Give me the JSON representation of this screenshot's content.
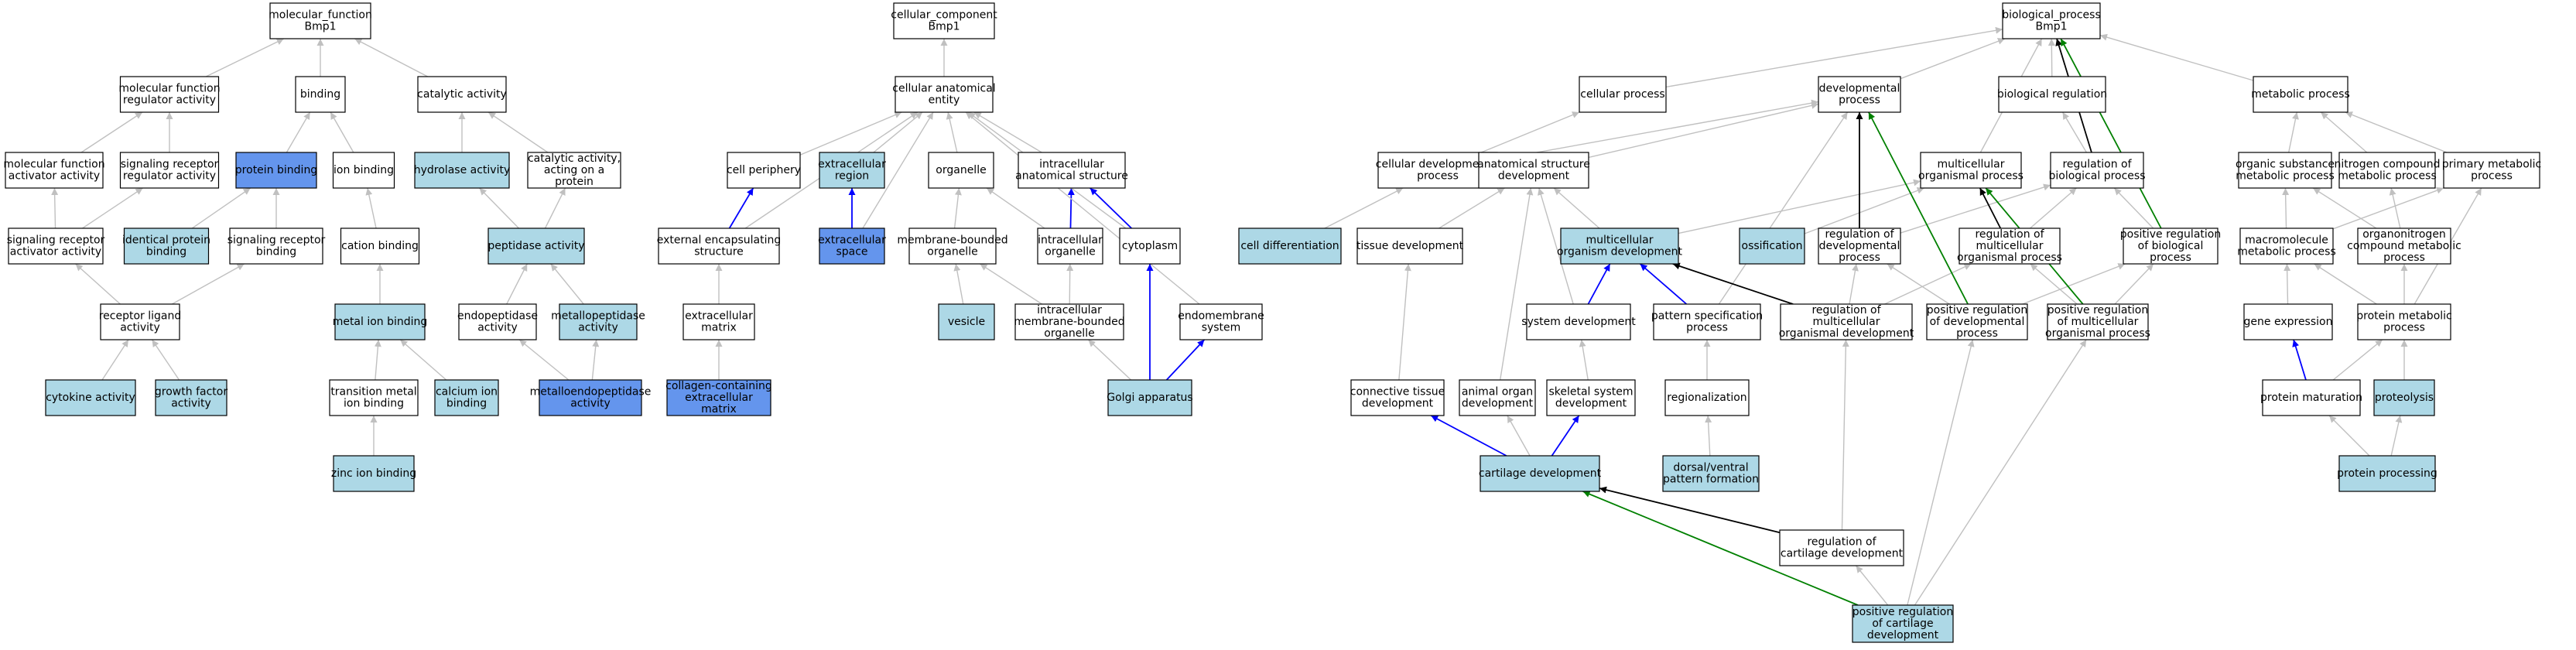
{
  "colors": {
    "default": "#ffffff",
    "annotated": "#add8e6",
    "highlight": "#6495ed",
    "edge_is_a": "#c0c0c0",
    "edge_part_of": "#0000ff",
    "edge_regulates": "#000000",
    "edge_positively_regulates": "#008000"
  },
  "nodes": {
    "mf": {
      "lines": [
        "molecular_function",
        "Bmp1"
      ],
      "style": "default"
    },
    "cc": {
      "lines": [
        "cellular_component",
        "Bmp1"
      ],
      "style": "default"
    },
    "bp": {
      "lines": [
        "biological_process",
        "Bmp1"
      ],
      "style": "default"
    },
    "mfreg": {
      "lines": [
        "molecular function",
        "regulator activity"
      ],
      "style": "default"
    },
    "binding": {
      "lines": [
        "binding"
      ],
      "style": "default"
    },
    "catalytic": {
      "lines": [
        "catalytic activity"
      ],
      "style": "default"
    },
    "mfact": {
      "lines": [
        "molecular function",
        "activator activity"
      ],
      "style": "default"
    },
    "srreg": {
      "lines": [
        "signaling receptor",
        "regulator activity"
      ],
      "style": "default"
    },
    "protbind": {
      "lines": [
        "protein binding"
      ],
      "style": "highlight"
    },
    "ionbind": {
      "lines": [
        "ion binding"
      ],
      "style": "default"
    },
    "hydrolase": {
      "lines": [
        "hydrolase activity"
      ],
      "style": "annotated"
    },
    "catprot": {
      "lines": [
        "catalytic activity,",
        "acting on a",
        "protein"
      ],
      "style": "default"
    },
    "sract": {
      "lines": [
        "signaling receptor",
        "activator activity"
      ],
      "style": "default"
    },
    "identprot": {
      "lines": [
        "identical protein",
        "binding"
      ],
      "style": "annotated"
    },
    "srbind": {
      "lines": [
        "signaling receptor",
        "binding"
      ],
      "style": "default"
    },
    "cation": {
      "lines": [
        "cation binding"
      ],
      "style": "default"
    },
    "peptidase": {
      "lines": [
        "peptidase activity"
      ],
      "style": "annotated"
    },
    "ligand": {
      "lines": [
        "receptor ligand",
        "activity"
      ],
      "style": "default"
    },
    "metalion": {
      "lines": [
        "metal ion binding"
      ],
      "style": "annotated"
    },
    "endopep": {
      "lines": [
        "endopeptidase",
        "activity"
      ],
      "style": "default"
    },
    "metallopep": {
      "lines": [
        "metallopeptidase",
        "activity"
      ],
      "style": "annotated"
    },
    "cytokine": {
      "lines": [
        "cytokine activity"
      ],
      "style": "annotated"
    },
    "growth": {
      "lines": [
        "growth factor",
        "activity"
      ],
      "style": "annotated"
    },
    "transmetal": {
      "lines": [
        "transition metal",
        "ion binding"
      ],
      "style": "default"
    },
    "calcium": {
      "lines": [
        "calcium ion",
        "binding"
      ],
      "style": "annotated"
    },
    "metalloendo": {
      "lines": [
        "metalloendopeptidase",
        "activity"
      ],
      "style": "highlight"
    },
    "zinc": {
      "lines": [
        "zinc ion binding"
      ],
      "style": "annotated"
    },
    "cae": {
      "lines": [
        "cellular anatomical",
        "entity"
      ],
      "style": "default"
    },
    "cellper": {
      "lines": [
        "cell periphery"
      ],
      "style": "default"
    },
    "extreg": {
      "lines": [
        "extracellular",
        "region"
      ],
      "style": "annotated"
    },
    "organelle": {
      "lines": [
        "organelle"
      ],
      "style": "default"
    },
    "intraanat": {
      "lines": [
        "intracellular",
        "anatomical structure"
      ],
      "style": "default"
    },
    "extencap": {
      "lines": [
        "external encapsulating",
        "structure"
      ],
      "style": "default"
    },
    "extspace": {
      "lines": [
        "extracellular",
        "space"
      ],
      "style": "highlight"
    },
    "memborg": {
      "lines": [
        "membrane-bounded",
        "organelle"
      ],
      "style": "default"
    },
    "intraorg": {
      "lines": [
        "intracellular",
        "organelle"
      ],
      "style": "default"
    },
    "cytoplasm": {
      "lines": [
        "cytoplasm"
      ],
      "style": "default"
    },
    "extmatrix": {
      "lines": [
        "extracellular",
        "matrix"
      ],
      "style": "default"
    },
    "vesicle": {
      "lines": [
        "vesicle"
      ],
      "style": "annotated"
    },
    "intramemb": {
      "lines": [
        "intracellular",
        "membrane-bounded",
        "organelle"
      ],
      "style": "default"
    },
    "endomemb": {
      "lines": [
        "endomembrane",
        "system"
      ],
      "style": "default"
    },
    "collagen": {
      "lines": [
        "collagen-containing",
        "extracellular",
        "matrix"
      ],
      "style": "highlight"
    },
    "golgi": {
      "lines": [
        "Golgi apparatus"
      ],
      "style": "annotated"
    },
    "cellproc": {
      "lines": [
        "cellular process"
      ],
      "style": "default"
    },
    "devproc": {
      "lines": [
        "developmental",
        "process"
      ],
      "style": "default"
    },
    "bioreg": {
      "lines": [
        "biological regulation"
      ],
      "style": "default"
    },
    "metproc": {
      "lines": [
        "metabolic process"
      ],
      "style": "default"
    },
    "celldevproc": {
      "lines": [
        "cellular developmental",
        "process"
      ],
      "style": "default"
    },
    "anatdev": {
      "lines": [
        "anatomical structure",
        "development"
      ],
      "style": "default"
    },
    "multiproc": {
      "lines": [
        "multicellular",
        "organismal process"
      ],
      "style": "default"
    },
    "regbio": {
      "lines": [
        "regulation of",
        "biological process"
      ],
      "style": "default"
    },
    "orgsub": {
      "lines": [
        "organic substance",
        "metabolic process"
      ],
      "style": "default"
    },
    "nitrogen": {
      "lines": [
        "nitrogen compound",
        "metabolic process"
      ],
      "style": "default"
    },
    "primary": {
      "lines": [
        "primary metabolic",
        "process"
      ],
      "style": "default"
    },
    "celldiff": {
      "lines": [
        "cell differentiation"
      ],
      "style": "annotated"
    },
    "tissuedev": {
      "lines": [
        "tissue development"
      ],
      "style": "default"
    },
    "multidev": {
      "lines": [
        "multicellular",
        "organism development"
      ],
      "style": "annotated"
    },
    "ossification": {
      "lines": [
        "ossification"
      ],
      "style": "annotated"
    },
    "regdev": {
      "lines": [
        "regulation of",
        "developmental",
        "process"
      ],
      "style": "default"
    },
    "regmulti": {
      "lines": [
        "regulation of",
        "multicellular",
        "organismal process"
      ],
      "style": "default"
    },
    "posregbio": {
      "lines": [
        "positive regulation",
        "of biological",
        "process"
      ],
      "style": "default"
    },
    "macromol": {
      "lines": [
        "macromolecule",
        "metabolic process"
      ],
      "style": "default"
    },
    "organonit": {
      "lines": [
        "organonitrogen",
        "compound metabolic",
        "process"
      ],
      "style": "default"
    },
    "sysdev": {
      "lines": [
        "system development"
      ],
      "style": "default"
    },
    "pattern": {
      "lines": [
        "pattern specification",
        "process"
      ],
      "style": "default"
    },
    "regmultidev": {
      "lines": [
        "regulation of",
        "multicellular",
        "organismal development"
      ],
      "style": "default"
    },
    "posregdev": {
      "lines": [
        "positive regulation",
        "of developmental",
        "process"
      ],
      "style": "default"
    },
    "posregmulti": {
      "lines": [
        "positive regulation",
        "of multicellular",
        "organismal process"
      ],
      "style": "default"
    },
    "geneexp": {
      "lines": [
        "gene expression"
      ],
      "style": "default"
    },
    "protmet": {
      "lines": [
        "protein metabolic",
        "process"
      ],
      "style": "default"
    },
    "conntissue": {
      "lines": [
        "connective tissue",
        "development"
      ],
      "style": "default"
    },
    "animalorg": {
      "lines": [
        "animal organ",
        "development"
      ],
      "style": "default"
    },
    "skeletal": {
      "lines": [
        "skeletal system",
        "development"
      ],
      "style": "default"
    },
    "regionalization": {
      "lines": [
        "regionalization"
      ],
      "style": "default"
    },
    "protmat": {
      "lines": [
        "protein maturation"
      ],
      "style": "default"
    },
    "proteolysis": {
      "lines": [
        "proteolysis"
      ],
      "style": "annotated"
    },
    "cartilage": {
      "lines": [
        "cartilage development"
      ],
      "style": "annotated"
    },
    "dorsal": {
      "lines": [
        "dorsal/ventral",
        "pattern formation"
      ],
      "style": "annotated"
    },
    "protproc": {
      "lines": [
        "protein processing"
      ],
      "style": "annotated"
    },
    "regcart": {
      "lines": [
        "regulation of",
        "cartilage development"
      ],
      "style": "default"
    },
    "posregcart": {
      "lines": [
        "positive regulation",
        "of cartilage",
        "development"
      ],
      "style": "annotated"
    }
  },
  "edges": [
    {
      "from": "mfreg",
      "to": "mf",
      "type": "is_a"
    },
    {
      "from": "binding",
      "to": "mf",
      "type": "is_a"
    },
    {
      "from": "catalytic",
      "to": "mf",
      "type": "is_a"
    },
    {
      "from": "mfact",
      "to": "mfreg",
      "type": "is_a"
    },
    {
      "from": "srreg",
      "to": "mfreg",
      "type": "is_a"
    },
    {
      "from": "protbind",
      "to": "binding",
      "type": "is_a"
    },
    {
      "from": "ionbind",
      "to": "binding",
      "type": "is_a"
    },
    {
      "from": "hydrolase",
      "to": "catalytic",
      "type": "is_a"
    },
    {
      "from": "catprot",
      "to": "catalytic",
      "type": "is_a"
    },
    {
      "from": "sract",
      "to": "mfact",
      "type": "is_a"
    },
    {
      "from": "sract",
      "to": "srreg",
      "type": "is_a"
    },
    {
      "from": "identprot",
      "to": "protbind",
      "type": "is_a"
    },
    {
      "from": "srbind",
      "to": "protbind",
      "type": "is_a"
    },
    {
      "from": "cation",
      "to": "ionbind",
      "type": "is_a"
    },
    {
      "from": "peptidase",
      "to": "hydrolase",
      "type": "is_a"
    },
    {
      "from": "peptidase",
      "to": "catprot",
      "type": "is_a"
    },
    {
      "from": "ligand",
      "to": "sract",
      "type": "is_a"
    },
    {
      "from": "ligand",
      "to": "srbind",
      "type": "is_a"
    },
    {
      "from": "metalion",
      "to": "cation",
      "type": "is_a"
    },
    {
      "from": "endopep",
      "to": "peptidase",
      "type": "is_a"
    },
    {
      "from": "metallopep",
      "to": "peptidase",
      "type": "is_a"
    },
    {
      "from": "cytokine",
      "to": "ligand",
      "type": "is_a"
    },
    {
      "from": "growth",
      "to": "ligand",
      "type": "is_a"
    },
    {
      "from": "transmetal",
      "to": "metalion",
      "type": "is_a"
    },
    {
      "from": "calcium",
      "to": "metalion",
      "type": "is_a"
    },
    {
      "from": "metalloendo",
      "to": "endopep",
      "type": "is_a"
    },
    {
      "from": "metalloendo",
      "to": "metallopep",
      "type": "is_a"
    },
    {
      "from": "zinc",
      "to": "transmetal",
      "type": "is_a"
    },
    {
      "from": "cae",
      "to": "cc",
      "type": "is_a"
    },
    {
      "from": "cellper",
      "to": "cae",
      "type": "is_a"
    },
    {
      "from": "extreg",
      "to": "cae",
      "type": "is_a"
    },
    {
      "from": "organelle",
      "to": "cae",
      "type": "is_a"
    },
    {
      "from": "intraanat",
      "to": "cae",
      "type": "is_a"
    },
    {
      "from": "extencap",
      "to": "cae",
      "type": "is_a"
    },
    {
      "from": "extencap",
      "to": "cellper",
      "type": "part_of"
    },
    {
      "from": "extspace",
      "to": "extreg",
      "type": "part_of"
    },
    {
      "from": "extspace",
      "to": "cae",
      "type": "is_a"
    },
    {
      "from": "memborg",
      "to": "organelle",
      "type": "is_a"
    },
    {
      "from": "intraorg",
      "to": "organelle",
      "type": "is_a"
    },
    {
      "from": "intraorg",
      "to": "intraanat",
      "type": "part_of"
    },
    {
      "from": "cytoplasm",
      "to": "intraanat",
      "type": "part_of"
    },
    {
      "from": "cytoplasm",
      "to": "cae",
      "type": "is_a"
    },
    {
      "from": "extmatrix",
      "to": "extencap",
      "type": "is_a"
    },
    {
      "from": "vesicle",
      "to": "memborg",
      "type": "is_a"
    },
    {
      "from": "intramemb",
      "to": "memborg",
      "type": "is_a"
    },
    {
      "from": "intramemb",
      "to": "intraorg",
      "type": "is_a"
    },
    {
      "from": "endomemb",
      "to": "cae",
      "type": "is_a"
    },
    {
      "from": "collagen",
      "to": "extmatrix",
      "type": "is_a"
    },
    {
      "from": "golgi",
      "to": "intramemb",
      "type": "is_a"
    },
    {
      "from": "golgi",
      "to": "cytoplasm",
      "type": "part_of"
    },
    {
      "from": "golgi",
      "to": "endomemb",
      "type": "part_of"
    },
    {
      "from": "cellproc",
      "to": "bp",
      "type": "is_a"
    },
    {
      "from": "devproc",
      "to": "bp",
      "type": "is_a"
    },
    {
      "from": "bioreg",
      "to": "bp",
      "type": "is_a"
    },
    {
      "from": "metproc",
      "to": "bp",
      "type": "is_a"
    },
    {
      "from": "multiproc",
      "to": "bp",
      "type": "is_a"
    },
    {
      "from": "celldevproc",
      "to": "cellproc",
      "type": "is_a"
    },
    {
      "from": "celldevproc",
      "to": "devproc",
      "type": "is_a"
    },
    {
      "from": "anatdev",
      "to": "devproc",
      "type": "is_a"
    },
    {
      "from": "regbio",
      "to": "bioreg",
      "type": "is_a"
    },
    {
      "from": "regbio",
      "to": "bp",
      "type": "regulates"
    },
    {
      "from": "orgsub",
      "to": "metproc",
      "type": "is_a"
    },
    {
      "from": "nitrogen",
      "to": "metproc",
      "type": "is_a"
    },
    {
      "from": "primary",
      "to": "metproc",
      "type": "is_a"
    },
    {
      "from": "celldiff",
      "to": "celldevproc",
      "type": "is_a"
    },
    {
      "from": "tissuedev",
      "to": "anatdev",
      "type": "is_a"
    },
    {
      "from": "multidev",
      "to": "anatdev",
      "type": "is_a"
    },
    {
      "from": "multidev",
      "to": "multiproc",
      "type": "is_a"
    },
    {
      "from": "ossification",
      "to": "multiproc",
      "type": "is_a"
    },
    {
      "from": "regdev",
      "to": "regbio",
      "type": "is_a"
    },
    {
      "from": "regdev",
      "to": "devproc",
      "type": "regulates"
    },
    {
      "from": "regmulti",
      "to": "regbio",
      "type": "is_a"
    },
    {
      "from": "regmulti",
      "to": "multiproc",
      "type": "regulates"
    },
    {
      "from": "posregbio",
      "to": "regbio",
      "type": "is_a"
    },
    {
      "from": "posregbio",
      "to": "bp",
      "type": "positively_regulates"
    },
    {
      "from": "macromol",
      "to": "orgsub",
      "type": "is_a"
    },
    {
      "from": "macromol",
      "to": "primary",
      "type": "is_a"
    },
    {
      "from": "organonit",
      "to": "orgsub",
      "type": "is_a"
    },
    {
      "from": "organonit",
      "to": "nitrogen",
      "type": "is_a"
    },
    {
      "from": "sysdev",
      "to": "anatdev",
      "type": "is_a"
    },
    {
      "from": "sysdev",
      "to": "multidev",
      "type": "part_of"
    },
    {
      "from": "pattern",
      "to": "devproc",
      "type": "is_a"
    },
    {
      "from": "pattern",
      "to": "multidev",
      "type": "part_of"
    },
    {
      "from": "regmultidev",
      "to": "regdev",
      "type": "is_a"
    },
    {
      "from": "regmultidev",
      "to": "regmulti",
      "type": "is_a"
    },
    {
      "from": "regmultidev",
      "to": "multidev",
      "type": "regulates"
    },
    {
      "from": "posregdev",
      "to": "regdev",
      "type": "is_a"
    },
    {
      "from": "posregdev",
      "to": "posregbio",
      "type": "is_a"
    },
    {
      "from": "posregdev",
      "to": "devproc",
      "type": "positively_regulates"
    },
    {
      "from": "posregmulti",
      "to": "regmulti",
      "type": "is_a"
    },
    {
      "from": "posregmulti",
      "to": "posregbio",
      "type": "is_a"
    },
    {
      "from": "posregmulti",
      "to": "multiproc",
      "type": "positively_regulates"
    },
    {
      "from": "geneexp",
      "to": "macromol",
      "type": "is_a"
    },
    {
      "from": "protmet",
      "to": "macromol",
      "type": "is_a"
    },
    {
      "from": "protmet",
      "to": "organonit",
      "type": "is_a"
    },
    {
      "from": "protmet",
      "to": "primary",
      "type": "is_a"
    },
    {
      "from": "conntissue",
      "to": "tissuedev",
      "type": "is_a"
    },
    {
      "from": "animalorg",
      "to": "anatdev",
      "type": "is_a"
    },
    {
      "from": "skeletal",
      "to": "sysdev",
      "type": "is_a"
    },
    {
      "from": "regionalization",
      "to": "pattern",
      "type": "is_a"
    },
    {
      "from": "protmat",
      "to": "geneexp",
      "type": "part_of"
    },
    {
      "from": "protmat",
      "to": "protmet",
      "type": "is_a"
    },
    {
      "from": "proteolysis",
      "to": "protmet",
      "type": "is_a"
    },
    {
      "from": "cartilage",
      "to": "conntissue",
      "type": "part_of"
    },
    {
      "from": "cartilage",
      "to": "animalorg",
      "type": "is_a"
    },
    {
      "from": "cartilage",
      "to": "skeletal",
      "type": "part_of"
    },
    {
      "from": "dorsal",
      "to": "regionalization",
      "type": "is_a"
    },
    {
      "from": "protproc",
      "to": "protmat",
      "type": "is_a"
    },
    {
      "from": "protproc",
      "to": "proteolysis",
      "type": "is_a"
    },
    {
      "from": "regcart",
      "to": "regmultidev",
      "type": "is_a"
    },
    {
      "from": "regcart",
      "to": "cartilage",
      "type": "regulates"
    },
    {
      "from": "posregcart",
      "to": "regcart",
      "type": "is_a"
    },
    {
      "from": "posregcart",
      "to": "posregdev",
      "type": "is_a"
    },
    {
      "from": "posregcart",
      "to": "posregmulti",
      "type": "is_a"
    },
    {
      "from": "posregcart",
      "to": "cartilage",
      "type": "positively_regulates"
    }
  ]
}
